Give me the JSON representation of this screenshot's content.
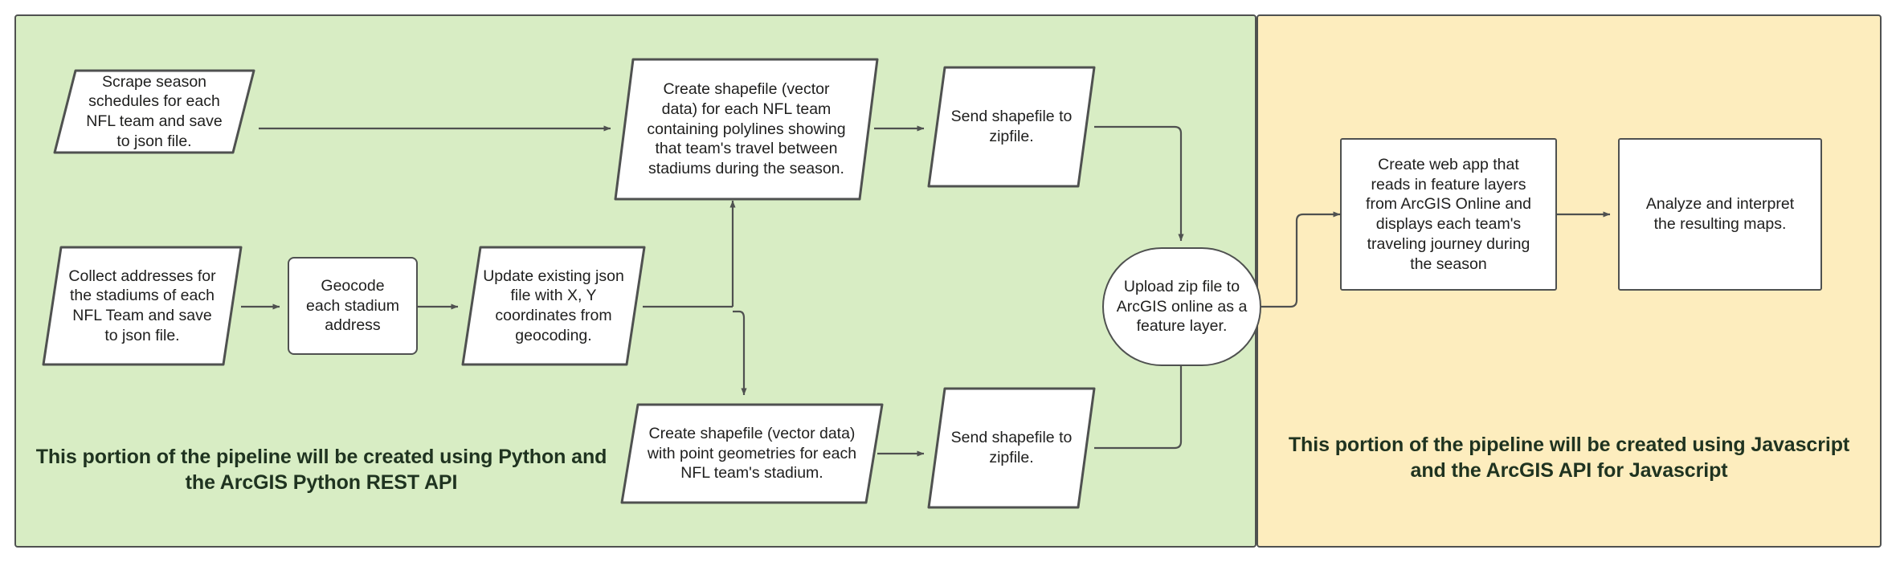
{
  "diagram": {
    "type": "flowchart",
    "title": "NFL team travel mapping pipeline",
    "colors": {
      "panel_python_fill": "#d8edc4",
      "panel_js_fill": "#fdedbe",
      "panel_border": "#4f5150",
      "node_fill": "#ffffff",
      "node_border": "#4f5150",
      "connector": "#4f5150",
      "caption_text": "#1f3320",
      "node_text": "#20201f"
    }
  },
  "panels": [
    {
      "id": "python",
      "caption": "This portion of the pipeline will be created using Python and the ArcGIS Python REST API"
    },
    {
      "id": "javascript",
      "caption": "This portion of the pipeline will be created using Javascript and the ArcGIS API for Javascript"
    }
  ],
  "nodes": [
    {
      "id": "scrape-schedules",
      "shape": "parallelogram",
      "panel": "python",
      "label": "Scrape season\nschedules for each\nNFL team and save\nto json file."
    },
    {
      "id": "create-polyline-shapefile",
      "shape": "parallelogram",
      "panel": "python",
      "label": "Create shapefile (vector\ndata) for each NFL team\ncontaining polylines showing\nthat team's travel between\nstadiums during the season."
    },
    {
      "id": "send-polyline-zipfile",
      "shape": "parallelogram",
      "panel": "python",
      "label": "Send shapefile to\nzipfile."
    },
    {
      "id": "collect-addresses",
      "shape": "parallelogram",
      "panel": "python",
      "label": "Collect addresses for\nthe stadiums of each\nNFL Team and save\nto json file."
    },
    {
      "id": "geocode-address",
      "shape": "rounded-rect",
      "panel": "python",
      "label": "Geocode\neach stadium\naddress"
    },
    {
      "id": "update-json",
      "shape": "parallelogram",
      "panel": "python",
      "label": "Update existing json\nfile with X, Y\ncoordinates from\ngeocoding."
    },
    {
      "id": "create-point-shapefile",
      "shape": "parallelogram",
      "panel": "python",
      "label": "Create shapefile (vector data)\nwith point geometries for each\nNFL team's stadium."
    },
    {
      "id": "send-point-zipfile",
      "shape": "parallelogram",
      "panel": "python",
      "label": "Send shapefile to\nzipfile."
    },
    {
      "id": "upload-zip",
      "shape": "stadium",
      "panel": "python",
      "label": "Upload zip file to\nArcGIS online as a\nfeature layer."
    },
    {
      "id": "create-web-app",
      "shape": "rect",
      "panel": "javascript",
      "label": "Create web app that\nreads in feature layers\nfrom ArcGIS Online and\ndisplays each team's\ntraveling journey during\nthe season"
    },
    {
      "id": "analyze-maps",
      "shape": "rect",
      "panel": "javascript",
      "label": "Analyze and interpret\nthe resulting maps."
    }
  ],
  "edges": [
    {
      "from": "scrape-schedules",
      "to": "create-polyline-shapefile"
    },
    {
      "from": "create-polyline-shapefile",
      "to": "send-polyline-zipfile"
    },
    {
      "from": "collect-addresses",
      "to": "geocode-address"
    },
    {
      "from": "geocode-address",
      "to": "update-json"
    },
    {
      "from": "update-json",
      "to": "create-polyline-shapefile"
    },
    {
      "from": "update-json",
      "to": "create-point-shapefile"
    },
    {
      "from": "create-point-shapefile",
      "to": "send-point-zipfile"
    },
    {
      "from": "send-polyline-zipfile",
      "to": "upload-zip"
    },
    {
      "from": "send-point-zipfile",
      "to": "upload-zip"
    },
    {
      "from": "upload-zip",
      "to": "create-web-app"
    },
    {
      "from": "create-web-app",
      "to": "analyze-maps"
    }
  ]
}
